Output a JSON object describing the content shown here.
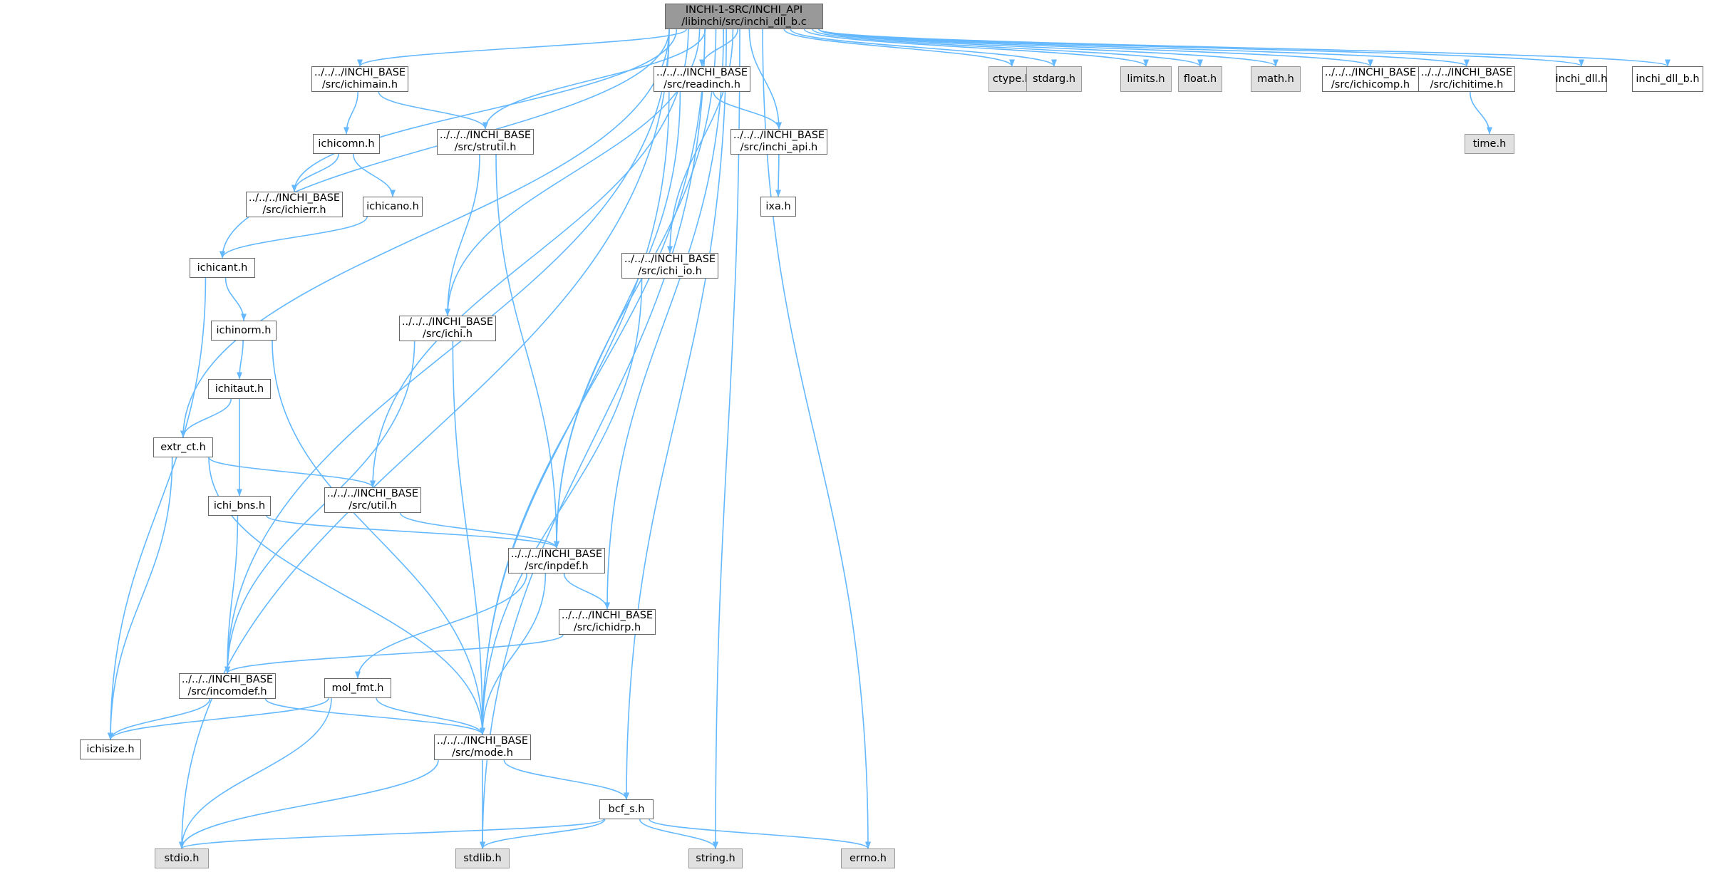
{
  "graph": {
    "edge_color": "#63b8ff",
    "root_fill": "#999999",
    "system_header_fill": "#e0e0e0",
    "local_header_fill": "#ffffff",
    "nodes": [
      {
        "id": "root",
        "lines": [
          "INCHI-1-SRC/INCHI_API",
          "/libinchi/src/inchi_dll_b.c"
        ],
        "kind": "root"
      },
      {
        "id": "ichimain",
        "lines": [
          "../../../INCHI_BASE",
          "/src/ichimain.h"
        ],
        "kind": "local"
      },
      {
        "id": "readinch",
        "lines": [
          "../../../INCHI_BASE",
          "/src/readinch.h"
        ],
        "kind": "local"
      },
      {
        "id": "ctype",
        "lines": [
          "ctype.h"
        ],
        "kind": "system"
      },
      {
        "id": "stdarg",
        "lines": [
          "stdarg.h"
        ],
        "kind": "system"
      },
      {
        "id": "limits",
        "lines": [
          "limits.h"
        ],
        "kind": "system"
      },
      {
        "id": "float",
        "lines": [
          "float.h"
        ],
        "kind": "system"
      },
      {
        "id": "math",
        "lines": [
          "math.h"
        ],
        "kind": "system"
      },
      {
        "id": "ichicomp",
        "lines": [
          "../../../INCHI_BASE",
          "/src/ichicomp.h"
        ],
        "kind": "local"
      },
      {
        "id": "ichitime",
        "lines": [
          "../../../INCHI_BASE",
          "/src/ichitime.h"
        ],
        "kind": "local"
      },
      {
        "id": "inchi_dll",
        "lines": [
          "inchi_dll.h"
        ],
        "kind": "local"
      },
      {
        "id": "inchi_dll_b",
        "lines": [
          "inchi_dll_b.h"
        ],
        "kind": "local"
      },
      {
        "id": "ichicomn",
        "lines": [
          "ichicomn.h"
        ],
        "kind": "local"
      },
      {
        "id": "strutil",
        "lines": [
          "../../../INCHI_BASE",
          "/src/strutil.h"
        ],
        "kind": "local"
      },
      {
        "id": "inchi_api",
        "lines": [
          "../../../INCHI_BASE",
          "/src/inchi_api.h"
        ],
        "kind": "local"
      },
      {
        "id": "time",
        "lines": [
          "time.h"
        ],
        "kind": "system"
      },
      {
        "id": "ichierr",
        "lines": [
          "../../../INCHI_BASE",
          "/src/ichierr.h"
        ],
        "kind": "local"
      },
      {
        "id": "ichicano",
        "lines": [
          "ichicano.h"
        ],
        "kind": "local"
      },
      {
        "id": "ixa",
        "lines": [
          "ixa.h"
        ],
        "kind": "local"
      },
      {
        "id": "ichicant",
        "lines": [
          "ichicant.h"
        ],
        "kind": "local"
      },
      {
        "id": "ichi_io",
        "lines": [
          "../../../INCHI_BASE",
          "/src/ichi_io.h"
        ],
        "kind": "local"
      },
      {
        "id": "ichinorm",
        "lines": [
          "ichinorm.h"
        ],
        "kind": "local"
      },
      {
        "id": "ichi",
        "lines": [
          "../../../INCHI_BASE",
          "/src/ichi.h"
        ],
        "kind": "local"
      },
      {
        "id": "ichitaut",
        "lines": [
          "ichitaut.h"
        ],
        "kind": "local"
      },
      {
        "id": "extr_ct",
        "lines": [
          "extr_ct.h"
        ],
        "kind": "local"
      },
      {
        "id": "ichi_bns",
        "lines": [
          "ichi_bns.h"
        ],
        "kind": "local"
      },
      {
        "id": "util",
        "lines": [
          "../../../INCHI_BASE",
          "/src/util.h"
        ],
        "kind": "local"
      },
      {
        "id": "inpdef",
        "lines": [
          "../../../INCHI_BASE",
          "/src/inpdef.h"
        ],
        "kind": "local"
      },
      {
        "id": "ichidrp",
        "lines": [
          "../../../INCHI_BASE",
          "/src/ichidrp.h"
        ],
        "kind": "local"
      },
      {
        "id": "incomdef",
        "lines": [
          "../../../INCHI_BASE",
          "/src/incomdef.h"
        ],
        "kind": "local"
      },
      {
        "id": "mol_fmt",
        "lines": [
          "mol_fmt.h"
        ],
        "kind": "local"
      },
      {
        "id": "ichisize",
        "lines": [
          "ichisize.h"
        ],
        "kind": "local"
      },
      {
        "id": "mode",
        "lines": [
          "../../../INCHI_BASE",
          "/src/mode.h"
        ],
        "kind": "local"
      },
      {
        "id": "bcf_s",
        "lines": [
          "bcf_s.h"
        ],
        "kind": "local"
      },
      {
        "id": "stdio",
        "lines": [
          "stdio.h"
        ],
        "kind": "system"
      },
      {
        "id": "stdlib",
        "lines": [
          "stdlib.h"
        ],
        "kind": "system"
      },
      {
        "id": "string",
        "lines": [
          "string.h"
        ],
        "kind": "system"
      },
      {
        "id": "errno",
        "lines": [
          "errno.h"
        ],
        "kind": "system"
      }
    ],
    "edges": [
      [
        "root",
        "ichimain"
      ],
      [
        "root",
        "readinch"
      ],
      [
        "root",
        "ctype"
      ],
      [
        "root",
        "stdarg"
      ],
      [
        "root",
        "limits"
      ],
      [
        "root",
        "float"
      ],
      [
        "root",
        "math"
      ],
      [
        "root",
        "ichicomp"
      ],
      [
        "root",
        "ichitime"
      ],
      [
        "root",
        "inchi_dll"
      ],
      [
        "root",
        "inchi_dll_b"
      ],
      [
        "root",
        "strutil"
      ],
      [
        "root",
        "inchi_api"
      ],
      [
        "root",
        "ichierr"
      ],
      [
        "root",
        "ichicant"
      ],
      [
        "root",
        "ichi_io"
      ],
      [
        "root",
        "ichi"
      ],
      [
        "root",
        "extr_ct"
      ],
      [
        "root",
        "util"
      ],
      [
        "root",
        "inpdef"
      ],
      [
        "root",
        "ichidrp"
      ],
      [
        "root",
        "incomdef"
      ],
      [
        "root",
        "mode"
      ],
      [
        "root",
        "bcf_s"
      ],
      [
        "root",
        "stdio"
      ],
      [
        "root",
        "stdlib"
      ],
      [
        "root",
        "string"
      ],
      [
        "root",
        "errno"
      ],
      [
        "ichimain",
        "ichicomn"
      ],
      [
        "ichimain",
        "strutil"
      ],
      [
        "ichicomn",
        "ichierr"
      ],
      [
        "ichicomn",
        "ichicano"
      ],
      [
        "ichicano",
        "ichicant"
      ],
      [
        "ichicant",
        "ichinorm"
      ],
      [
        "ichicant",
        "ichisize"
      ],
      [
        "ichinorm",
        "ichitaut"
      ],
      [
        "ichinorm",
        "mode"
      ],
      [
        "ichitaut",
        "extr_ct"
      ],
      [
        "ichitaut",
        "ichi_bns"
      ],
      [
        "extr_ct",
        "util"
      ],
      [
        "extr_ct",
        "ichisize"
      ],
      [
        "extr_ct",
        "mode"
      ],
      [
        "ichi_bns",
        "inpdef"
      ],
      [
        "ichi_bns",
        "incomdef"
      ],
      [
        "strutil",
        "ichi"
      ],
      [
        "strutil",
        "inpdef"
      ],
      [
        "readinch",
        "inchi_api"
      ],
      [
        "readinch",
        "inpdef"
      ],
      [
        "readinch",
        "mode"
      ],
      [
        "inchi_api",
        "ixa"
      ],
      [
        "ichitime",
        "time"
      ],
      [
        "ichi_io",
        "mode"
      ],
      [
        "ichi",
        "incomdef"
      ],
      [
        "ichi",
        "mode"
      ],
      [
        "util",
        "inpdef"
      ],
      [
        "inpdef",
        "ichidrp"
      ],
      [
        "inpdef",
        "mol_fmt"
      ],
      [
        "inpdef",
        "mode"
      ],
      [
        "ichidrp",
        "incomdef"
      ],
      [
        "incomdef",
        "ichisize"
      ],
      [
        "incomdef",
        "mode"
      ],
      [
        "mol_fmt",
        "ichisize"
      ],
      [
        "mol_fmt",
        "mode"
      ],
      [
        "mol_fmt",
        "stdio"
      ],
      [
        "mode",
        "bcf_s"
      ],
      [
        "mode",
        "stdio"
      ],
      [
        "mode",
        "stdlib"
      ],
      [
        "bcf_s",
        "stdio"
      ],
      [
        "bcf_s",
        "stdlib"
      ],
      [
        "bcf_s",
        "string"
      ],
      [
        "bcf_s",
        "errno"
      ]
    ]
  }
}
